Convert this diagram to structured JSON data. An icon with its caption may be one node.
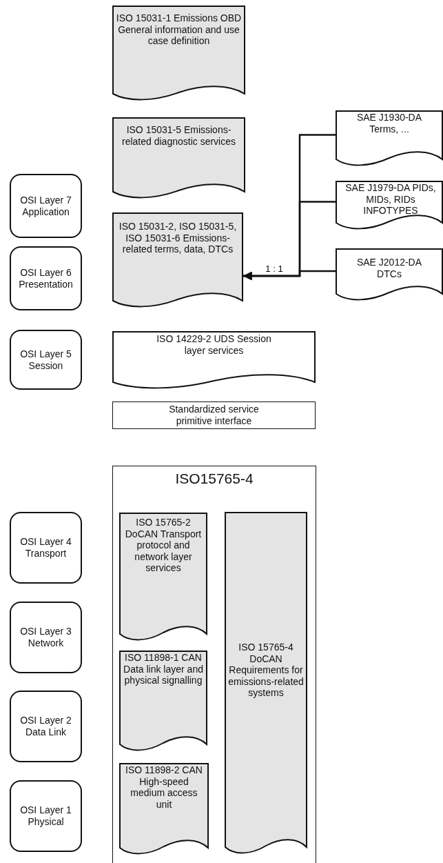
{
  "diagram": {
    "nodes": [
      {
        "text": [
          "ISO 15031-1 Emissions OBD General information and use case definition"
        ]
      },
      {
        "text": [
          "OSI Layer 7 Application"
        ]
      },
      {
        "text": [
          "ISO 15031-5 Emissions-related diagnostic services"
        ]
      },
      {
        "text": [
          "SAE J1930-DA Terms, ..."
        ]
      },
      {
        "text": [
          "SAE J1979-DA PIDs, MIDs, RIDs INFOTYPES"
        ]
      },
      {
        "text": [
          "OSI Layer 6 Presentation"
        ]
      },
      {
        "text": [
          "ISO 15031-2, ISO 15031-5, ISO 15031-6 Emissions-related terms, data, DTCs"
        ]
      },
      {
        "text": [
          "SAE J2012-DA DTCs"
        ]
      },
      {
        "text": [
          "OSI Layer 5 Session"
        ]
      },
      {
        "text": [
          "ISO 14229-2 UDS Session layer services"
        ]
      },
      {
        "text": [
          "Standardized service primitive interface"
        ]
      },
      {
        "text": [
          "ISO15765-4"
        ]
      },
      {
        "text": [
          "OSI Layer 4 Transport"
        ]
      },
      {
        "text": [
          "ISO 15765-2 DoCAN Transport protocol and network layer services"
        ],
        "in": 11
      },
      {
        "text": [
          "ISO 15765-4 DoCAN Requirements for emissions-related systems"
        ],
        "in": 11
      },
      {
        "text": [
          "OSI Layer 3 Network"
        ]
      },
      {
        "text": [
          "ISO 11898-1 CAN Data link layer and physical signalling"
        ],
        "in": 11
      },
      {
        "text": [
          "OSI Layer 2 Data Link"
        ]
      },
      {
        "text": [
          "OSI Layer 1 Physical"
        ]
      },
      {
        "text": [
          "ISO 11898-2 CAN High-speed medium access unit"
        ],
        "in": 11
      }
    ],
    "edges": [
      {
        "from": 3,
        "to": 6,
        "arrow": "to"
      },
      {
        "from": 4,
        "to": 6,
        "arrow": "to"
      },
      {
        "from": 7,
        "to": 6,
        "arrow": "to",
        "label": "1 : 1"
      }
    ]
  }
}
